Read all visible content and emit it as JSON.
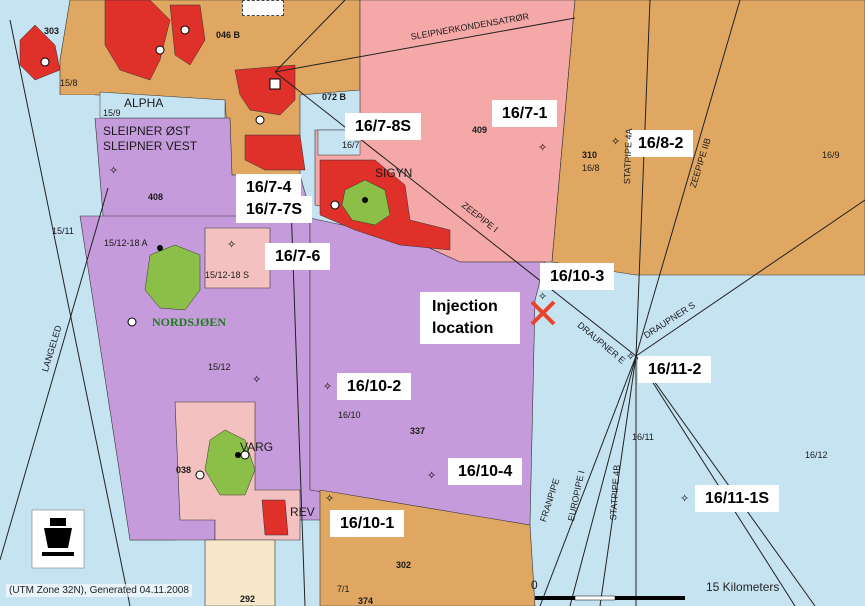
{
  "well_labels": [
    "16/7-8S",
    "16/7-1",
    "16/8-2",
    "16/7-4",
    "16/7-7S",
    "16/7-6",
    "16/10-3",
    "16/11-2",
    "16/10-2",
    "16/10-4",
    "16/10-1",
    "16/11-1S"
  ],
  "injection_label": "Injection location",
  "fields": {
    "sleipner_ost": "SLEIPNER ØST",
    "sleipner_vest": "SLEIPNER VEST",
    "alpha": "ALPHA",
    "sigyn": "SIGYN",
    "nordsjoen": "NORDSJØEN",
    "varg": "VARG",
    "rev": "REV"
  },
  "blocks": [
    "303",
    "15/8",
    "15/9",
    "15/11",
    "15/12",
    "15/12-18 A",
    "15/12-18 S",
    "16/7",
    "16/8",
    "16/9",
    "16/10",
    "16/11",
    "16/12",
    "7/1",
    "038",
    "046 B",
    "072 B",
    "408",
    "409",
    "310",
    "337",
    "302",
    "292",
    "374"
  ],
  "pipelines": [
    "SLEIPNERKONDENSATRØR",
    "ZEEPIPE I",
    "ZEEPIPE IIB",
    "STATPIPE 4A",
    "DRAUPNER E",
    "DRAUPNER S",
    "LANGELED",
    "FRANPIPE",
    "EUROPIPE I",
    "STATPIPE 4B"
  ],
  "scale": {
    "start": "0",
    "end": "15 Kilometers"
  },
  "credit": "(UTM Zone 32N), Generated 04.11.2008",
  "colors": {
    "sea": "#c6e3f2",
    "orange_license": "#e0a763",
    "pink_license": "#f4a8a8",
    "purple_license": "#c69bdb",
    "field_red": "#e0302a",
    "field_green": "#8cbf47",
    "marker": "#e8442a"
  }
}
